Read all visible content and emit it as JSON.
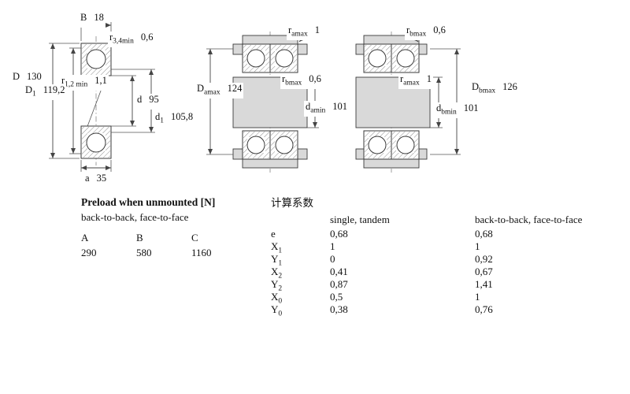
{
  "left_drawing": {
    "dims": {
      "B": {
        "base": "B",
        "sub": "",
        "value": "18"
      },
      "r34": {
        "base": "r",
        "sub": "3,4min",
        "value": "0,6"
      },
      "D": {
        "base": "D",
        "sub": "",
        "value": "130"
      },
      "r12": {
        "base": "r",
        "sub": "1,2 min",
        "value": "1,1"
      },
      "D1": {
        "base": "D",
        "sub": "1",
        "value": "119,2"
      },
      "d": {
        "base": "d",
        "sub": "",
        "value": "95"
      },
      "d1": {
        "base": "d",
        "sub": "1",
        "value": "105,8"
      },
      "a": {
        "base": "a",
        "sub": "",
        "value": "35"
      }
    }
  },
  "middle_drawing": {
    "dims": {
      "ramax": {
        "base": "r",
        "sub": "amax",
        "value": "1"
      },
      "Damax": {
        "base": "D",
        "sub": "amax",
        "value": "124"
      },
      "rbmax": {
        "base": "r",
        "sub": "bmax",
        "value": "0,6"
      },
      "damin": {
        "base": "d",
        "sub": "amin",
        "value": "101"
      }
    }
  },
  "right_drawing": {
    "dims": {
      "rbmax": {
        "base": "r",
        "sub": "bmax",
        "value": "0,6"
      },
      "ramax": {
        "base": "r",
        "sub": "amax",
        "value": "1"
      },
      "Dbmax": {
        "base": "D",
        "sub": "bmax",
        "value": "126"
      },
      "dbmin": {
        "base": "d",
        "sub": "bmin",
        "value": "101"
      }
    }
  },
  "preload": {
    "title": "Preload when unmounted [N]",
    "subtitle": "back-to-back, face-to-face",
    "headers": [
      "A",
      "B",
      "C"
    ],
    "values": [
      "290",
      "580",
      "1160"
    ]
  },
  "factors": {
    "title": "计算系数",
    "col1_header": "single, tandem",
    "col2_header": "back-to-back, face-to-face",
    "rows": [
      {
        "base": "e",
        "sub": "",
        "v1": "0,68",
        "v2": "0,68"
      },
      {
        "base": "X",
        "sub": "1",
        "v1": "1",
        "v2": "1"
      },
      {
        "base": "Y",
        "sub": "1",
        "v1": "0",
        "v2": "0,92"
      },
      {
        "base": "X",
        "sub": "2",
        "v1": "0,41",
        "v2": "0,67"
      },
      {
        "base": "Y",
        "sub": "2",
        "v1": "0,87",
        "v2": "1,41"
      },
      {
        "base": "X",
        "sub": "0",
        "v1": "0,5",
        "v2": "1"
      },
      {
        "base": "Y",
        "sub": "0",
        "v1": "0,38",
        "v2": "0,76"
      }
    ]
  }
}
